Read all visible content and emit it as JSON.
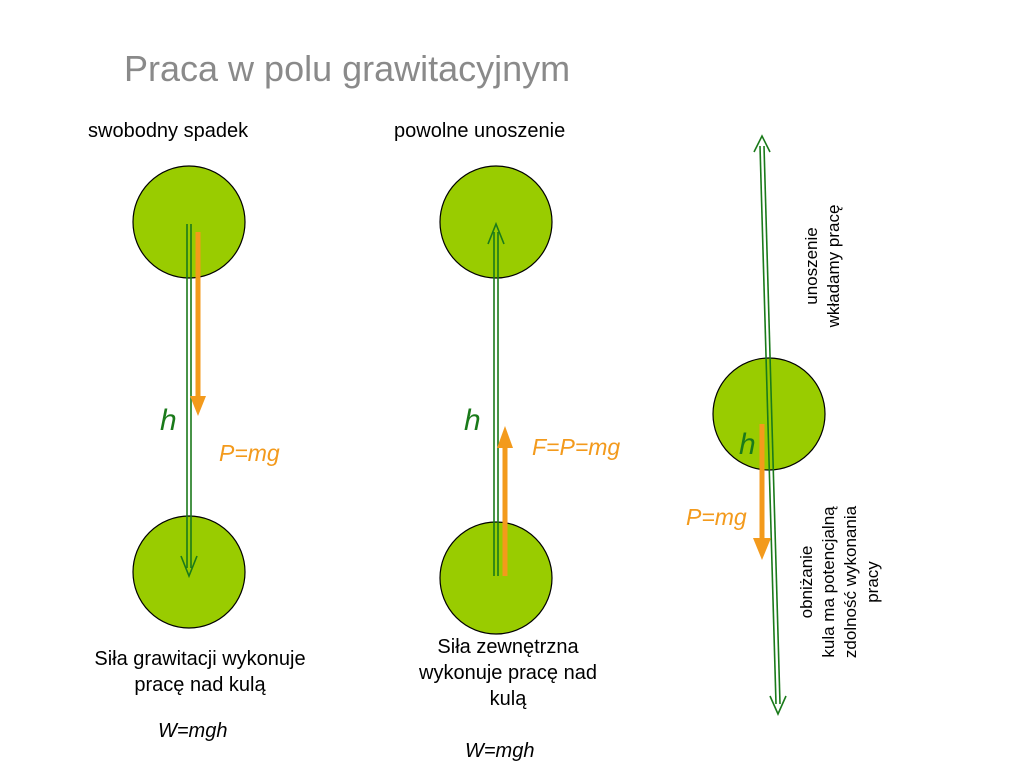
{
  "title": "Praca w polu grawitacyjnym",
  "panels": [
    {
      "header": "swobodny spadek",
      "h_label": "h",
      "force_label": "P=mg",
      "caption_lines": [
        "Siła grawitacji wykonuje",
        "pracę nad kulą"
      ],
      "work": "W=mgh"
    },
    {
      "header": "powolne unoszenie",
      "h_label": "h",
      "force_label": "F=P=mg",
      "caption_lines": [
        "Siła zewnętrzna",
        "wykonuje pracę nad",
        "kulą"
      ],
      "work": "W=mgh"
    },
    {
      "h_label": "h",
      "force_label": "P=mg",
      "upper_note": [
        "unoszenie",
        "wkładamy pracę"
      ],
      "lower_note": [
        "obniżanie",
        "kula ma potencjalną",
        "zdolność wykonania",
        "pracy"
      ]
    }
  ],
  "colors": {
    "ball": "#99cc00",
    "ball_outline": "#000000",
    "height_arrow": "#1a7a1a",
    "force_arrow": "#f39a1c",
    "title": "#8a8a8a"
  }
}
